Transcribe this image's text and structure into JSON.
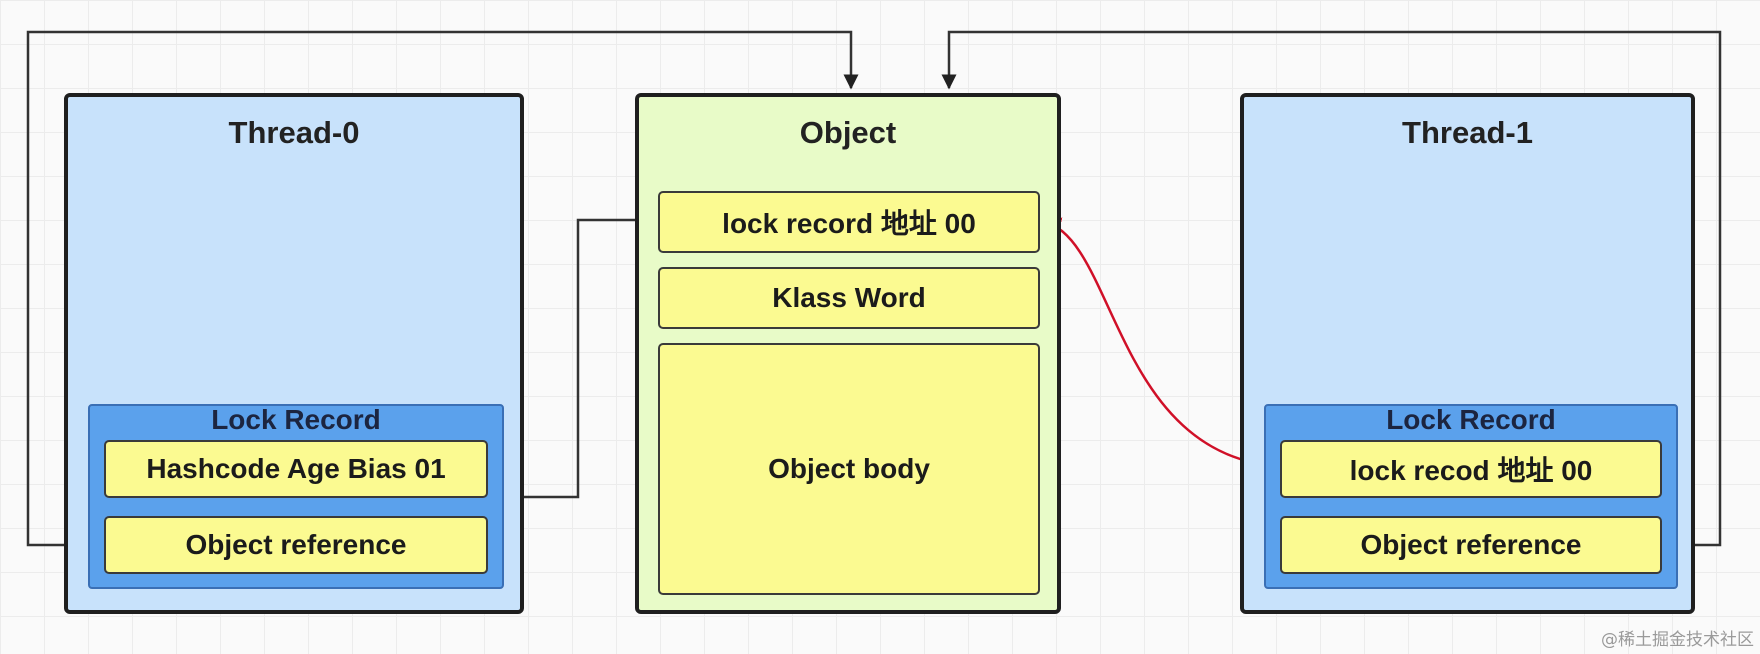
{
  "thread0": {
    "title": "Thread-0",
    "lock_record": {
      "title": "Lock Record",
      "fields": [
        "Hashcode Age Bias 01",
        "Object reference"
      ]
    }
  },
  "object": {
    "title": "Object",
    "fields": [
      "lock  record 地址 00",
      "Klass Word",
      "Object body"
    ]
  },
  "thread1": {
    "title": "Thread-1",
    "lock_record": {
      "title": "Lock Record",
      "fields": [
        "lock recod 地址 00",
        "Object reference"
      ]
    }
  },
  "watermark": "@稀土掘金技术社区",
  "colors": {
    "thread_fill": "#c8e2fb",
    "object_fill": "#e8fbc8",
    "lock_record_fill": "#5ba1ec",
    "field_fill": "#fbfa91",
    "cas_arrow": "#d01028",
    "connector": "#333333"
  }
}
